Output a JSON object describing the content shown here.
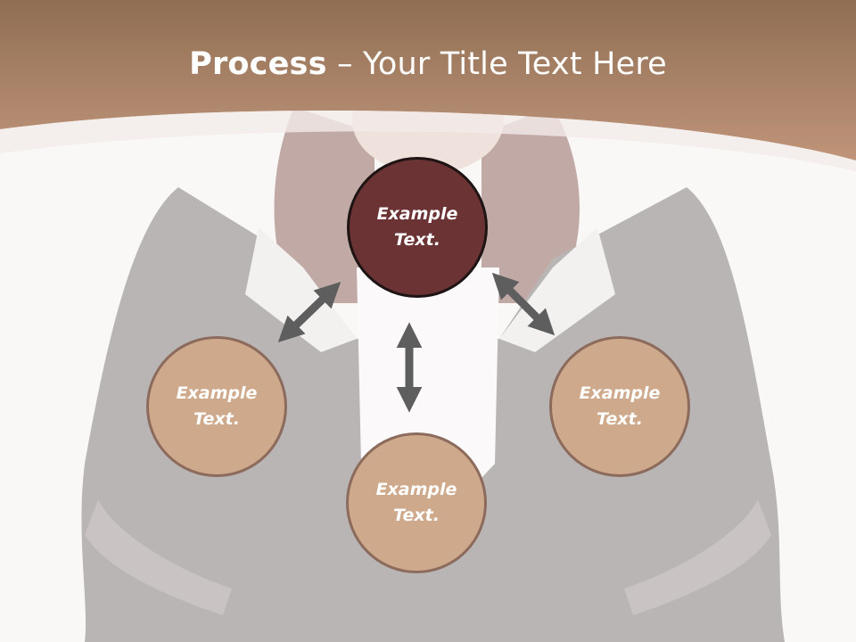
{
  "slide": {
    "title_bold": "Process",
    "title_rest": " – Your Title Text Here"
  },
  "cycle": {
    "top": {
      "label": "Example Text."
    },
    "left": {
      "label": "Example Text."
    },
    "bottom": {
      "label": "Example Text."
    },
    "right": {
      "label": "Example Text."
    }
  },
  "colors": {
    "header": "#b98e6c",
    "node_tan": "#cfa98b",
    "node_dark": "#6b3334",
    "arrow": "#5e5e5e"
  }
}
